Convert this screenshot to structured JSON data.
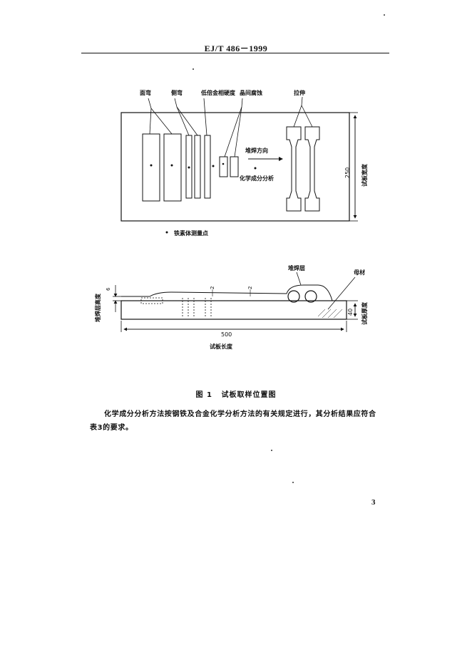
{
  "header": {
    "standard_code": "EJ/T 486－1999"
  },
  "figure": {
    "labels": {
      "face_bend": "面弯",
      "side_bend": "侧弯",
      "low_mag_hardness": "低倍金相硬度",
      "intergranular_corrosion": "晶间腐蚀",
      "tensile": "拉伸",
      "welding_direction": "堆焊方向",
      "chemical_analysis": "化学成分分析",
      "plate_width": "试板宽度",
      "plate_width_value": "250",
      "ferrite_point": "铁素体测量点",
      "overlay_layer": "堆焊层",
      "base_metal": "母材",
      "overlay_height": "堆焊层高度",
      "overlay_height_value": "6",
      "thickness": "试板厚度",
      "thickness_value": "40",
      "length_value": "500",
      "plate_length": "试板长度",
      "dim_2a": "2",
      "dim_2b": "2"
    }
  },
  "caption": {
    "number": "图 1",
    "title": "试板取样位置图"
  },
  "body_text": "化学成分分析方法按钢铁及合金化学分析方法的有关规定进行，其分析结果应符合表3的要求。",
  "page_number": "3"
}
